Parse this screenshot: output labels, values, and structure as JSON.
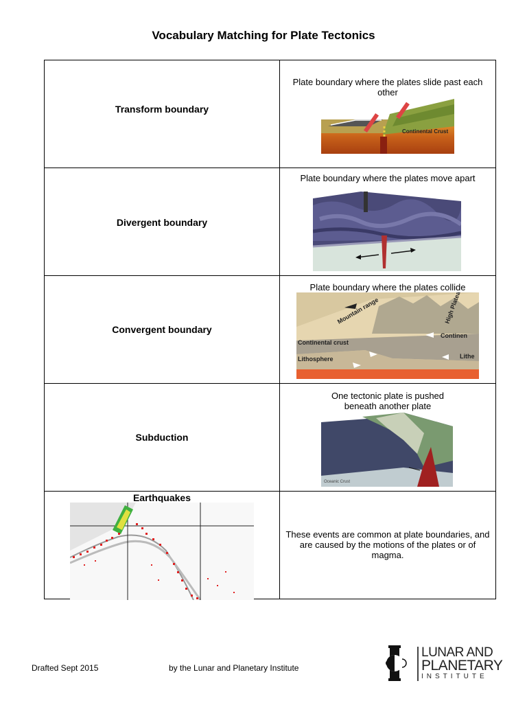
{
  "title": "Vocabulary Matching for Plate Tectonics",
  "rows": [
    {
      "term": "Transform boundary",
      "definition": "Plate boundary where the plates slide past each other",
      "image_labels": [
        "Continental Crust"
      ]
    },
    {
      "term": "Divergent boundary",
      "definition": "Plate boundary where the plates move apart"
    },
    {
      "term": "Convergent boundary",
      "definition": "Plate boundary where the plates collide",
      "image_labels": [
        "Mountain range",
        "High Plateau",
        "Continental crust",
        "Continen",
        "Lithosphere",
        "Lithe"
      ]
    },
    {
      "term": "Subduction",
      "definition": "One tectonic plate is pushed beneath another plate",
      "image_labels": [
        "Oceanic Crust"
      ]
    },
    {
      "term": "Earthquakes",
      "definition": "These events are common at plate boundaries, and are caused by the motions of the plates or of magma."
    }
  ],
  "footer": {
    "drafted": "Drafted Sept 2015",
    "by": "by the Lunar and Planetary Institute"
  },
  "logo": {
    "line1": "LUNAR AND",
    "line2": "PLANETARY",
    "line3": "INSTITUTE"
  }
}
